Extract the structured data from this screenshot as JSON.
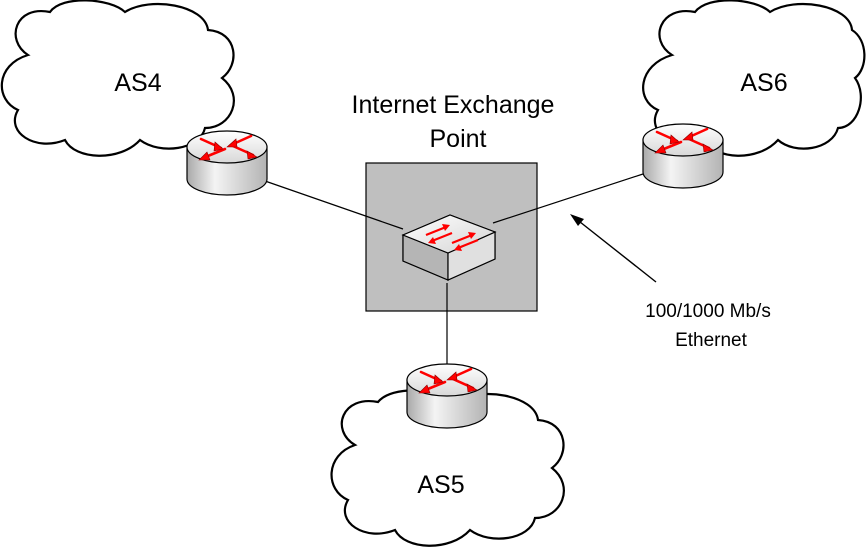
{
  "ixp": {
    "label_line1": "Internet Exchange",
    "label_line2": "Point"
  },
  "autonomous_systems": [
    {
      "id": "as4",
      "label": "AS4"
    },
    {
      "id": "as6",
      "label": "AS6"
    },
    {
      "id": "as5",
      "label": "AS5"
    }
  ],
  "link_annotation": {
    "line1": "100/1000 Mb/s",
    "line2": "Ethernet"
  },
  "colors": {
    "ixp_box": "#bfbfbf",
    "arrow_red": "#ff0000",
    "device_gray": "#d0d0d0",
    "outline": "#000000"
  },
  "icons": {
    "router": "router-icon",
    "switch": "switch-icon",
    "cloud": "cloud-icon"
  }
}
